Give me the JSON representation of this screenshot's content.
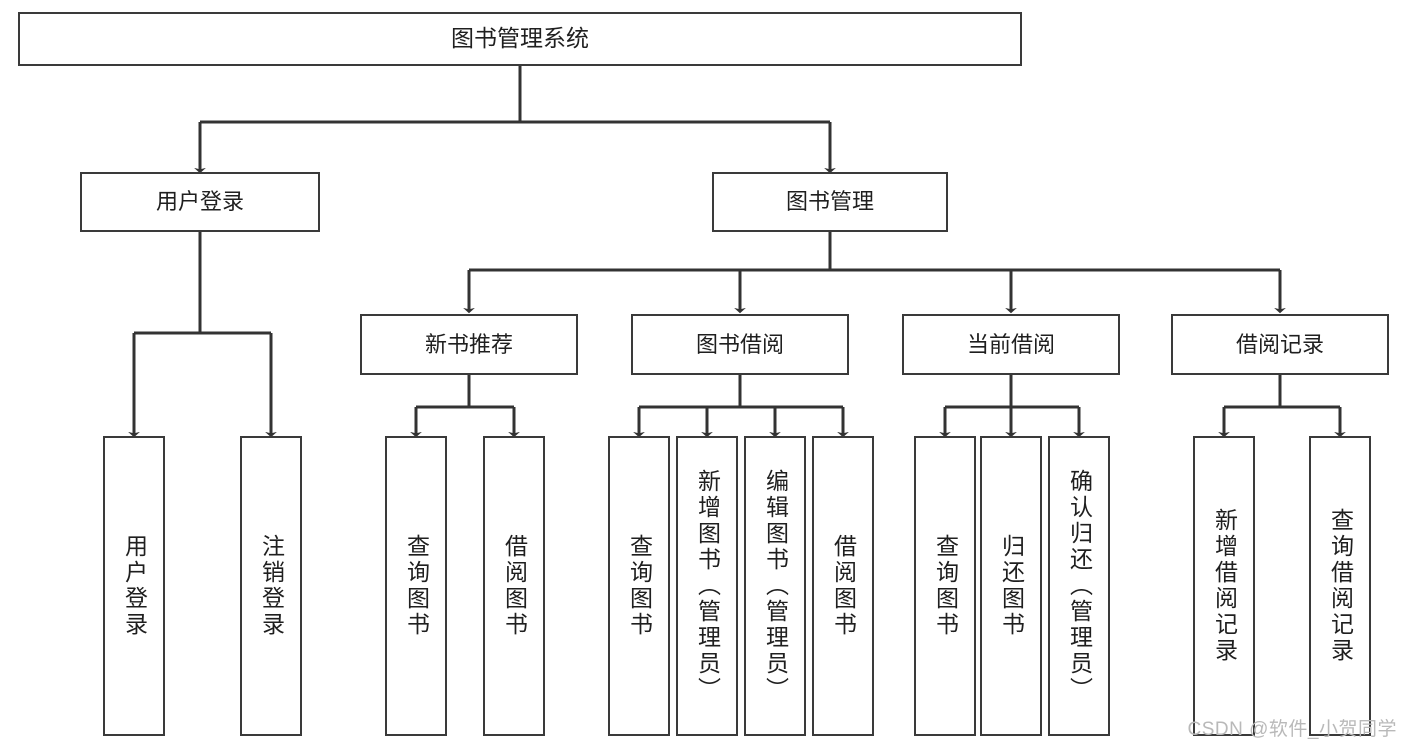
{
  "diagram": {
    "type": "tree",
    "title": "图书管理系统",
    "watermark": "CSDN @软件_小贺同学",
    "root": {
      "id": "root",
      "label": "图书管理系统"
    },
    "level2": [
      {
        "id": "user-login",
        "label": "用户登录"
      },
      {
        "id": "book-manage",
        "label": "图书管理"
      }
    ],
    "level3": [
      {
        "id": "new-book-recommend",
        "label": "新书推荐",
        "parent": "book-manage"
      },
      {
        "id": "book-borrow",
        "label": "图书借阅",
        "parent": "book-manage"
      },
      {
        "id": "current-borrow",
        "label": "当前借阅",
        "parent": "book-manage"
      },
      {
        "id": "borrow-record",
        "label": "借阅记录",
        "parent": "book-manage"
      }
    ],
    "leaves": [
      {
        "id": "leaf-user-login",
        "label": "用户登录",
        "parent": "user-login"
      },
      {
        "id": "leaf-logout-login",
        "label": "注销登录",
        "parent": "user-login"
      },
      {
        "id": "leaf-query-book-1",
        "label": "查询图书",
        "parent": "new-book-recommend"
      },
      {
        "id": "leaf-borrow-book-1",
        "label": "借阅图书",
        "parent": "new-book-recommend"
      },
      {
        "id": "leaf-query-book-2",
        "label": "查询图书",
        "parent": "book-borrow"
      },
      {
        "id": "leaf-add-book",
        "label": "新增图书（管理员）",
        "parent": "book-borrow"
      },
      {
        "id": "leaf-edit-book",
        "label": "编辑图书（管理员）",
        "parent": "book-borrow"
      },
      {
        "id": "leaf-borrow-book-2",
        "label": "借阅图书",
        "parent": "book-borrow"
      },
      {
        "id": "leaf-query-book-3",
        "label": "查询图书",
        "parent": "current-borrow"
      },
      {
        "id": "leaf-return-book",
        "label": "归还图书",
        "parent": "current-borrow"
      },
      {
        "id": "leaf-confirm-return",
        "label": "确认归还（管理员）",
        "parent": "current-borrow"
      },
      {
        "id": "leaf-add-record",
        "label": "新增借阅记录",
        "parent": "borrow-record"
      },
      {
        "id": "leaf-query-record",
        "label": "查询借阅记录",
        "parent": "borrow-record"
      }
    ],
    "colors": {
      "box_border": "#3a3a3a",
      "box_fill": "#ffffff",
      "connector": "#333333",
      "text": "#1f1f1f",
      "watermark": "#b9b9b9"
    }
  }
}
